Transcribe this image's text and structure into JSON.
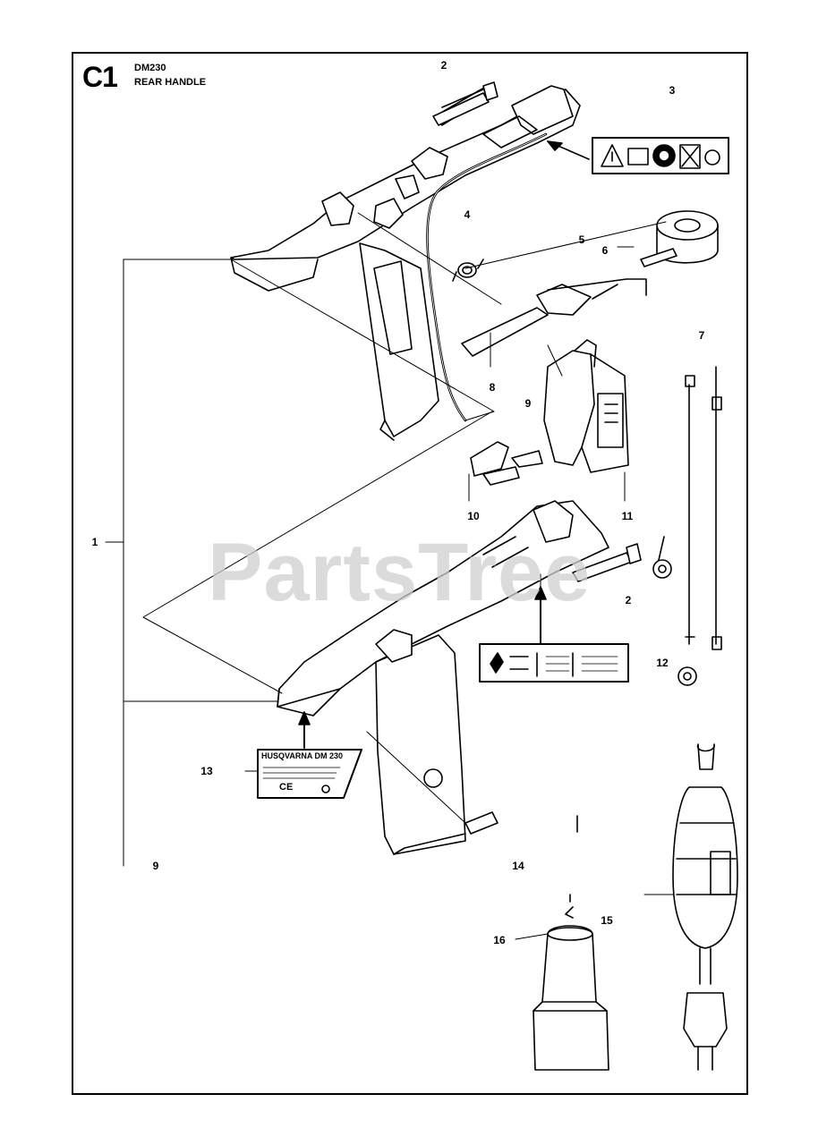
{
  "header": {
    "section_code": "C1",
    "model": "DM230",
    "section_title": "REAR HANDLE"
  },
  "callouts": [
    {
      "id": "c2a",
      "label": "2"
    },
    {
      "id": "c3",
      "label": "3"
    },
    {
      "id": "c4",
      "label": "4"
    },
    {
      "id": "c5",
      "label": "5"
    },
    {
      "id": "c6",
      "label": "6"
    },
    {
      "id": "c7",
      "label": "7"
    },
    {
      "id": "c8",
      "label": "8"
    },
    {
      "id": "c9a",
      "label": "9"
    },
    {
      "id": "c10",
      "label": "10"
    },
    {
      "id": "c11",
      "label": "11"
    },
    {
      "id": "c1",
      "label": "1"
    },
    {
      "id": "c2b",
      "label": "2"
    },
    {
      "id": "c12",
      "label": "12"
    },
    {
      "id": "c13",
      "label": "13"
    },
    {
      "id": "c9b",
      "label": "9"
    },
    {
      "id": "c14",
      "label": "14"
    },
    {
      "id": "c15",
      "label": "15"
    },
    {
      "id": "c16",
      "label": "16"
    }
  ],
  "label_plate": {
    "title": "HUSQVARNA DM 230",
    "marks": [
      "CE"
    ]
  },
  "watermark": "PartsTree"
}
